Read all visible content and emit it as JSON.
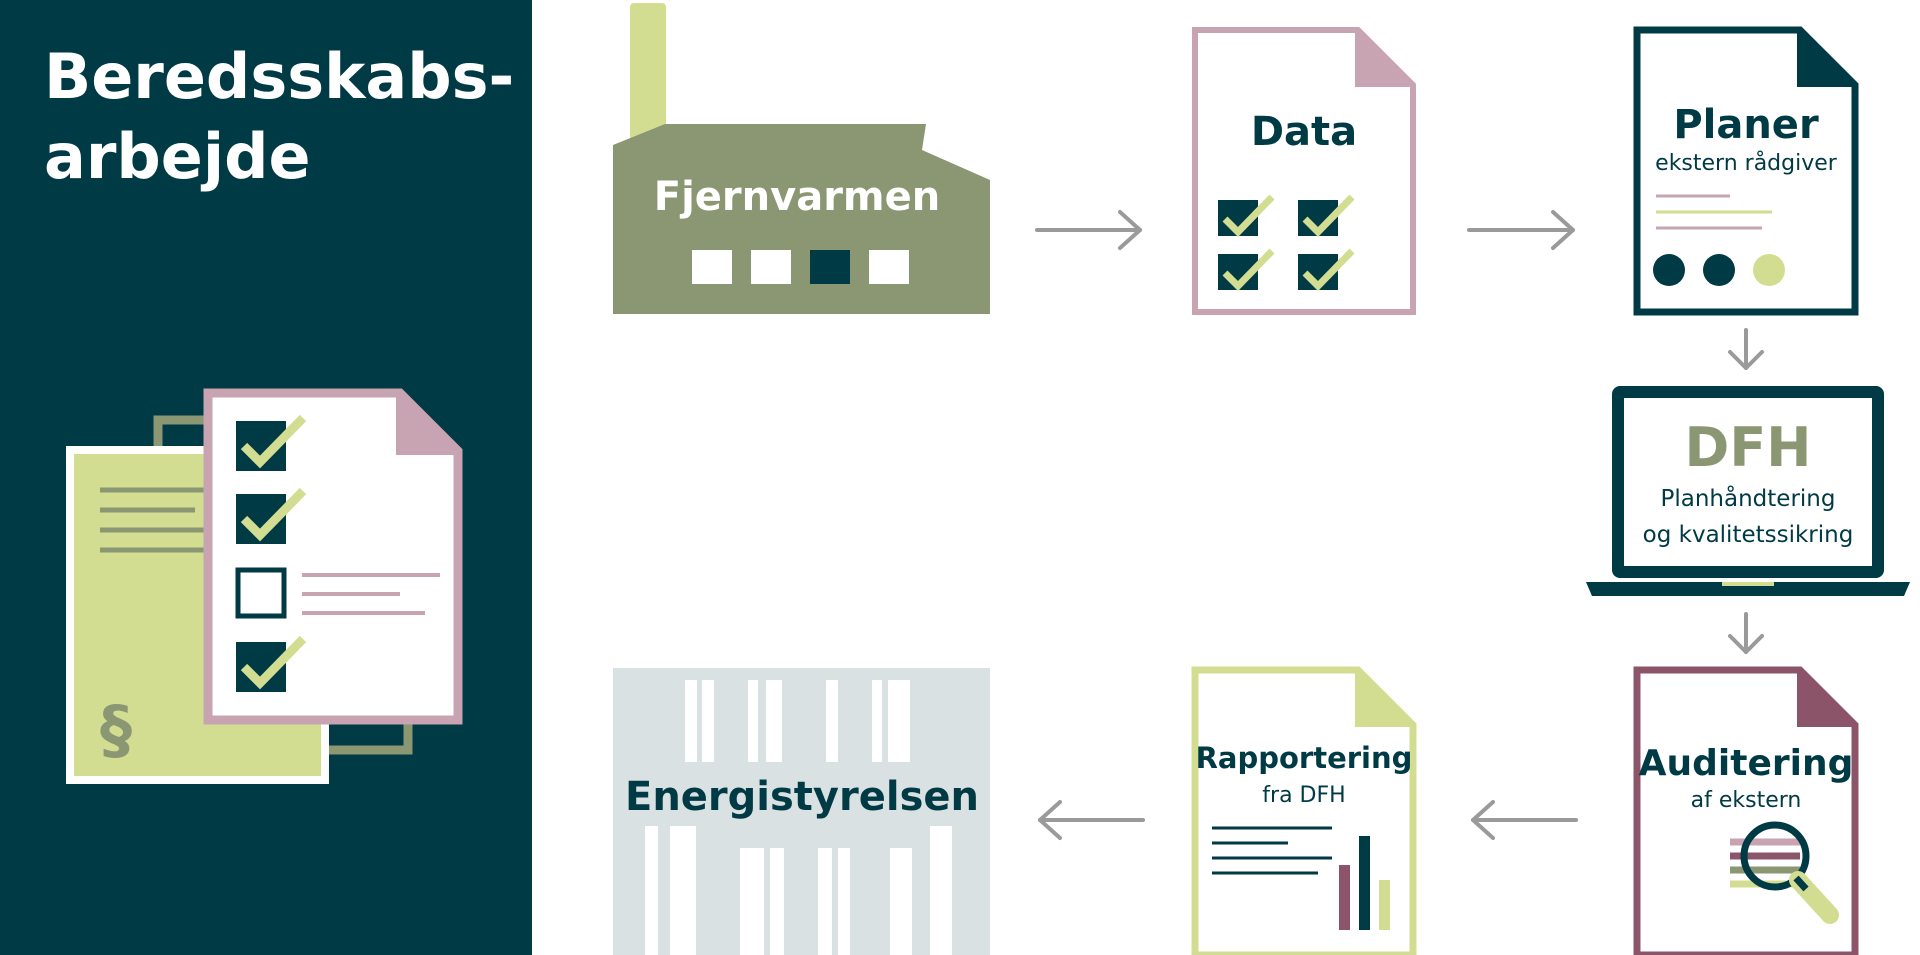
{
  "title": {
    "line1": "Beredsskabs-",
    "line2": "arbejde"
  },
  "nodes": {
    "fjernvarmen": {
      "label": "Fjernvarmen"
    },
    "data": {
      "label": "Data"
    },
    "planer": {
      "label": "Planer",
      "sublabel": "ekstern rådgiver"
    },
    "dfh": {
      "label": "DFH",
      "sublabel_line1": "Planhåndtering",
      "sublabel_line2": "og kvalitetssikring"
    },
    "auditering": {
      "label": "Auditering",
      "sublabel": "af ekstern"
    },
    "rapportering": {
      "label": "Rapportering",
      "sublabel": "fra DFH"
    },
    "energistyrelsen": {
      "label": "Energistyrelsen"
    }
  },
  "legal_symbol": "§",
  "colors": {
    "dark_teal": "#003a44",
    "olive": "#8b9673",
    "light_green": "#d3dd91",
    "rose": "#c8a3b2",
    "plum": "#8c5468",
    "light_gray": "#d9e1e3",
    "arrow_gray": "#9a9a9a"
  }
}
